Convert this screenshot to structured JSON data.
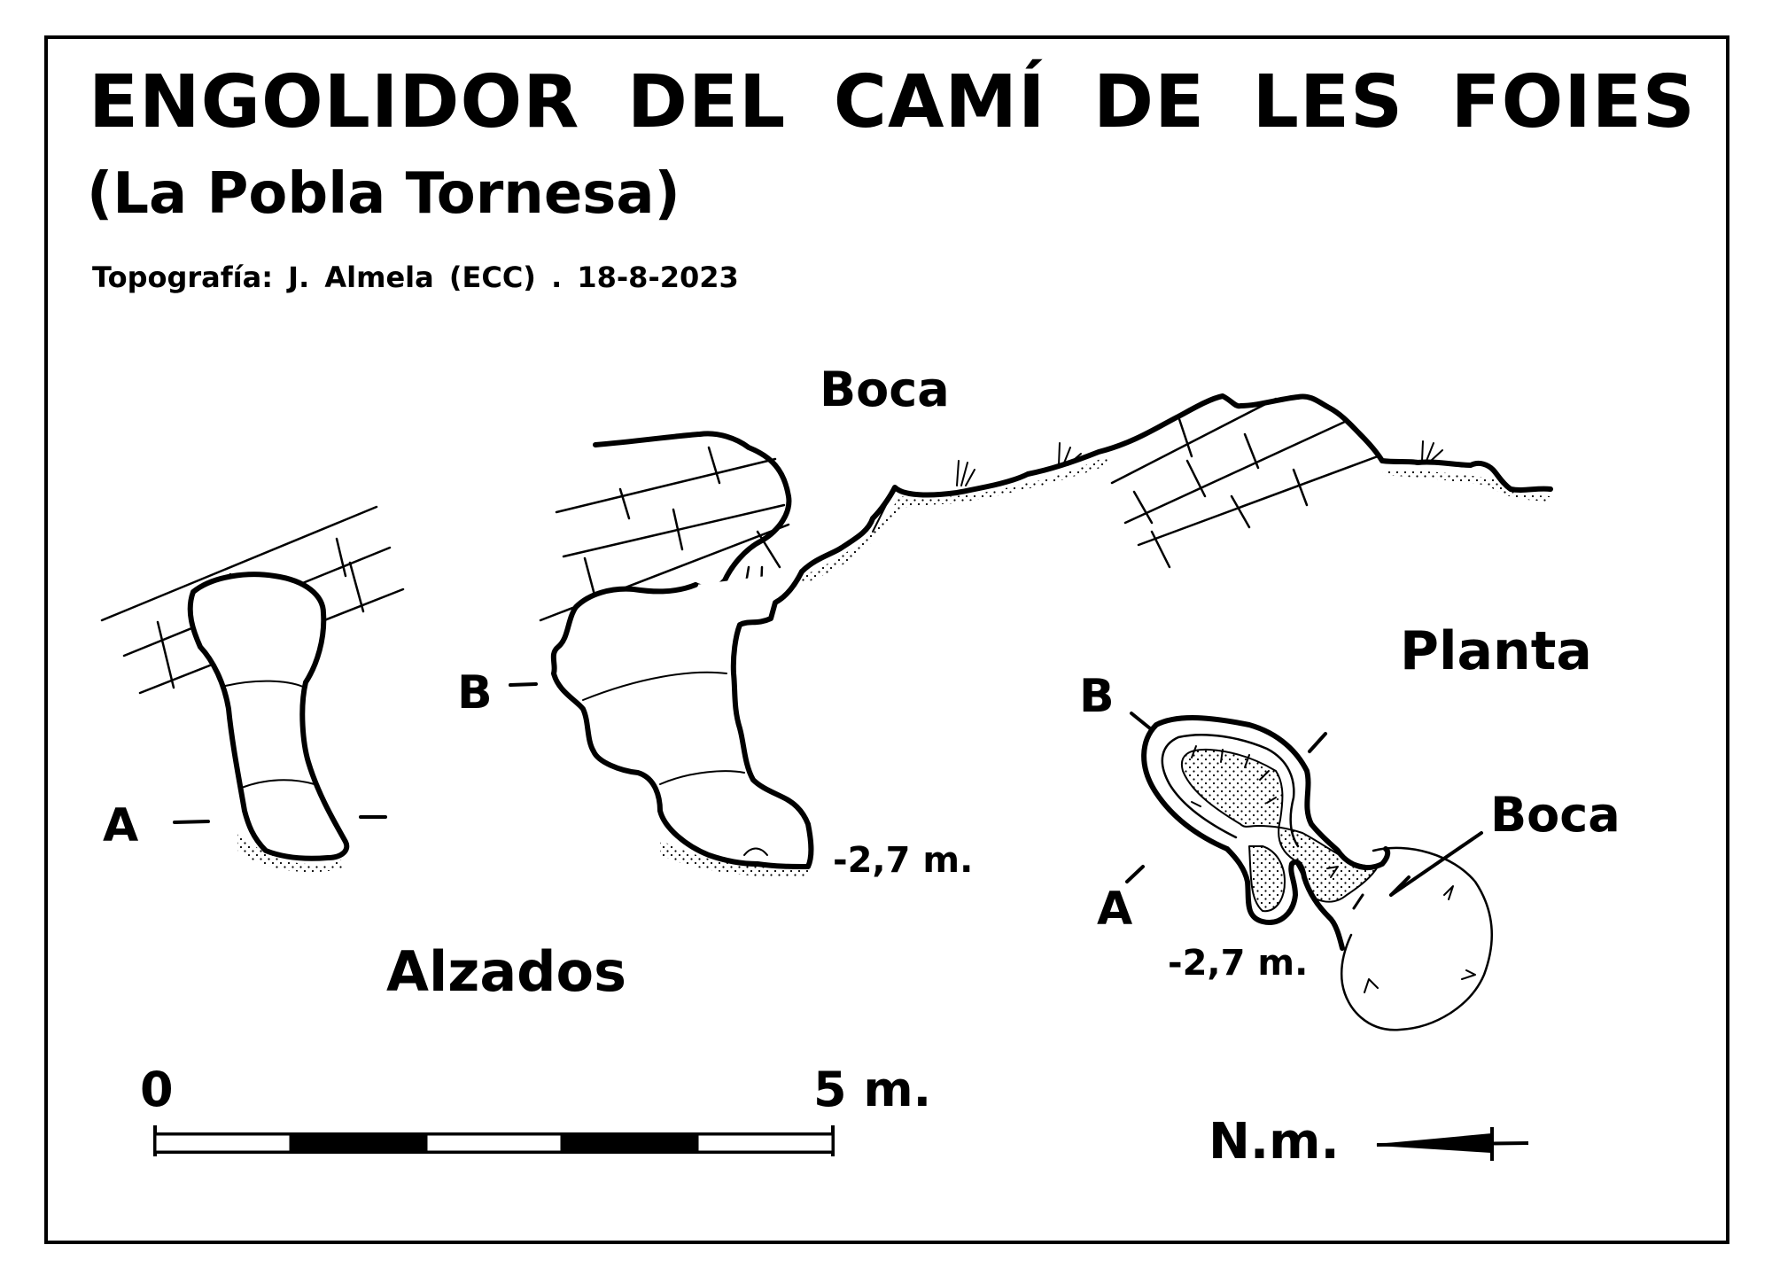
{
  "header": {
    "title": "ENGOLIDOR DEL CAMÍ DE LES FOIES",
    "subtitle": "(La Pobla Tornesa)",
    "credits": "Topografía: J. Almela (ECC) . 18-8-2023"
  },
  "labels": {
    "boca_elevation": "Boca",
    "boca_plan": "Boca",
    "planta": "Planta",
    "alzados": "Alzados",
    "section_a_elevation": "A",
    "section_b_elevation": "B",
    "section_a_plan": "A",
    "section_b_plan": "B",
    "depth_elevation": "-2,7 m.",
    "depth_plan": "-2,7 m."
  },
  "scale_bar": {
    "start_label": "0",
    "end_label": "5 m.",
    "length_m": 5,
    "segments": 5
  },
  "north": {
    "label": "N.m."
  },
  "colors": {
    "ink": "#000000",
    "paper": "#ffffff"
  }
}
